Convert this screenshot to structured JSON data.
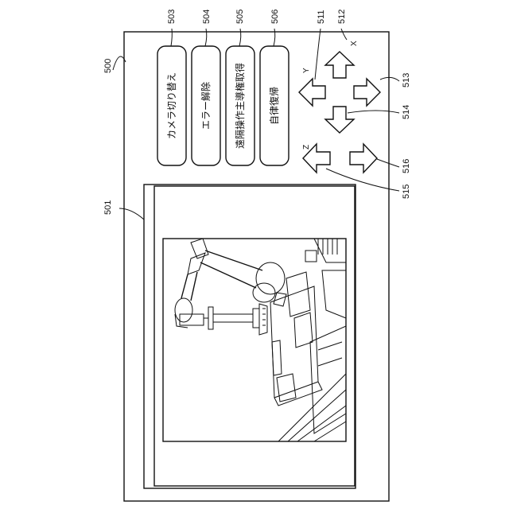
{
  "refs": {
    "panel": "500",
    "camera_view": "501",
    "camera_switch": "503",
    "error_clear": "504",
    "remote_authority": "505",
    "auto_return": "506",
    "x_arrows": "511",
    "x_label_ref": "512",
    "y_plus": "513",
    "y_minus": "514",
    "z_arrows": "515",
    "z_plus": "516"
  },
  "buttons": {
    "camera_switch": "カメラ切り替え",
    "error_clear": "エラー解除",
    "remote_authority": "遠隔操作主導権取得",
    "auto_return": "自律復帰"
  },
  "axes": {
    "x": "X",
    "y": "Y",
    "z": "Z"
  }
}
